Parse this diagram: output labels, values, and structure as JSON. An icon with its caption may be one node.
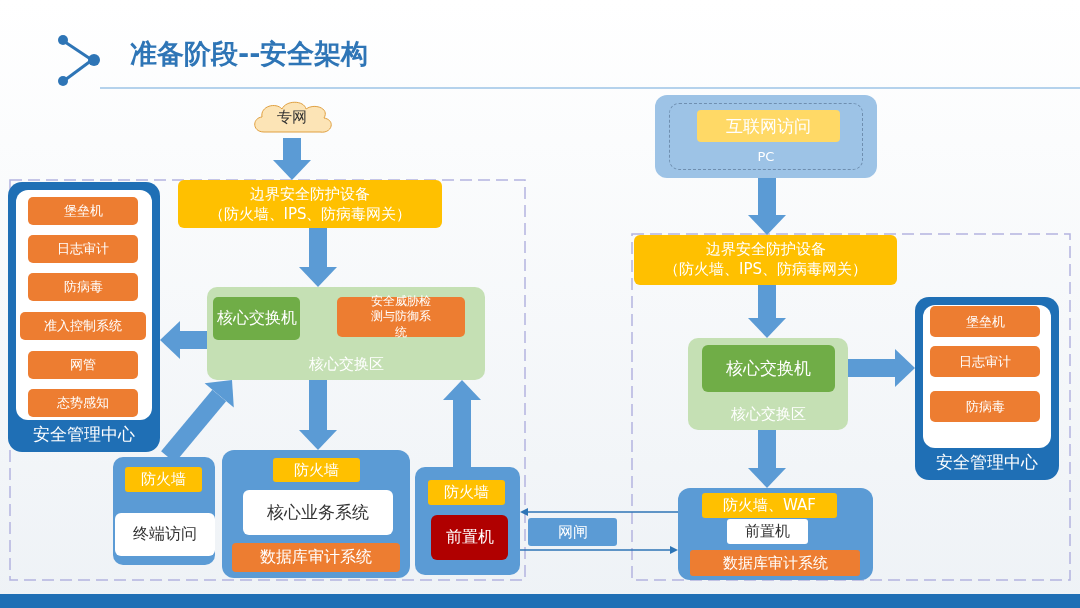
{
  "diagram": {
    "title": "准备阶段--安全架构",
    "nodes": [
      {
        "text": [
          "专网"
        ]
      },
      {
        "text": [
          "边界安全防护设备",
          "（防火墙、IPS、防病毒网关）"
        ]
      },
      {
        "text": [
          "核心交换区"
        ]
      },
      {
        "text": [
          "核心交换机"
        ],
        "in": 2
      },
      {
        "text": [
          "安全威胁检测与防御系统"
        ],
        "in": 2
      },
      {
        "text": [
          "安全管理中心"
        ]
      },
      {
        "text": [
          "堡垒机"
        ],
        "in": 5
      },
      {
        "text": [
          "日志审计"
        ],
        "in": 5
      },
      {
        "text": [
          "防病毒"
        ],
        "in": 5
      },
      {
        "text": [
          "准入控制系统"
        ],
        "in": 5
      },
      {
        "text": [
          "网管"
        ],
        "in": 5
      },
      {
        "text": [
          "态势感知"
        ],
        "in": 5
      },
      {
        "text": [],
        "shape": "box"
      },
      {
        "text": [
          "防火墙"
        ],
        "in": 12
      },
      {
        "text": [
          "终端访问"
        ],
        "in": 12
      },
      {
        "text": [],
        "shape": "box"
      },
      {
        "text": [
          "防火墙"
        ],
        "in": 15
      },
      {
        "text": [
          "核心业务系统"
        ],
        "in": 15
      },
      {
        "text": [
          "数据库审计系统"
        ],
        "in": 15
      },
      {
        "text": [],
        "shape": "box"
      },
      {
        "text": [
          "防火墙"
        ],
        "in": 19
      },
      {
        "text": [
          "前置机"
        ],
        "in": 19
      },
      {
        "text": [
          "网闸"
        ]
      },
      {
        "text": [
          "PC"
        ]
      },
      {
        "text": [
          "互联网访问"
        ],
        "in": 23
      },
      {
        "text": [
          "边界安全防护设备",
          "（防火墙、IPS、防病毒网关）"
        ]
      },
      {
        "text": [
          "核心交换区"
        ]
      },
      {
        "text": [
          "核心交换机"
        ],
        "in": 26
      },
      {
        "text": [
          "安全管理中心"
        ]
      },
      {
        "text": [
          "堡垒机"
        ],
        "in": 28
      },
      {
        "text": [
          "日志审计"
        ],
        "in": 28
      },
      {
        "text": [
          "防病毒"
        ],
        "in": 28
      },
      {
        "text": [],
        "shape": "box"
      },
      {
        "text": [
          "防火墙、WAF"
        ],
        "in": 32
      },
      {
        "text": [
          "前置机"
        ],
        "in": 32
      },
      {
        "text": [
          "数据库审计系统"
        ],
        "in": 32
      }
    ],
    "edges": [
      {
        "from": 0,
        "to": 1,
        "arrow": "to"
      },
      {
        "from": 1,
        "to": 2,
        "arrow": "to"
      },
      {
        "from": 2,
        "to": 5,
        "arrow": "to"
      },
      {
        "from": 12,
        "to": 2,
        "arrow": "to"
      },
      {
        "from": 2,
        "to": 15,
        "arrow": "to"
      },
      {
        "from": 19,
        "to": 2,
        "arrow": "to"
      },
      {
        "from": 23,
        "to": 25,
        "arrow": "to"
      },
      {
        "from": 25,
        "to": 26,
        "arrow": "to"
      },
      {
        "from": 26,
        "to": 28,
        "arrow": "to"
      },
      {
        "from": 26,
        "to": 32,
        "arrow": "to"
      },
      {
        "from": 32,
        "to": 19,
        "arrow": "to"
      },
      {
        "from": 19,
        "to": 32,
        "arrow": "to"
      }
    ]
  }
}
